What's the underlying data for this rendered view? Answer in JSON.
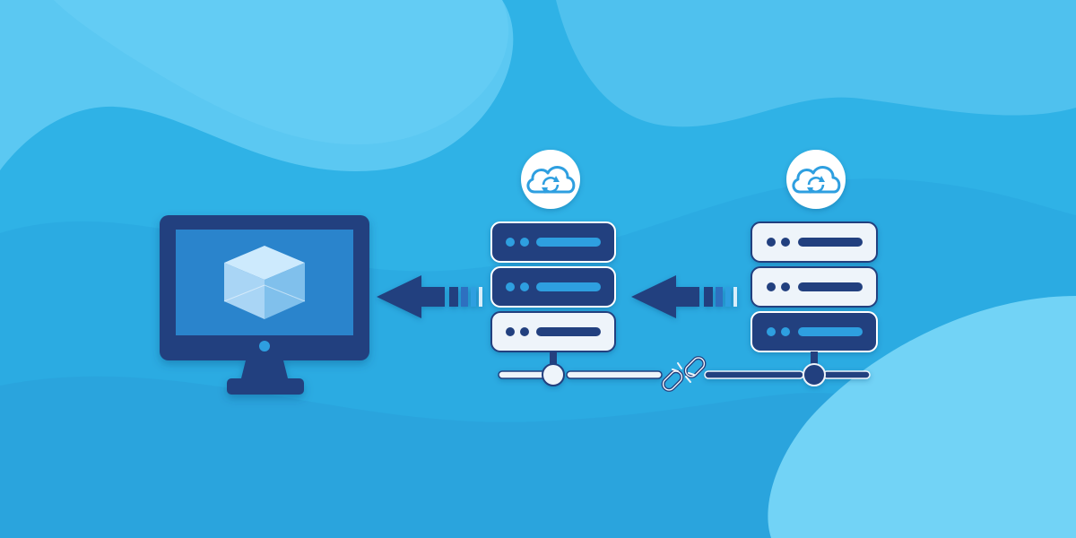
{
  "colors": {
    "background": "#2fb2e6",
    "background_light": "#63cdf4",
    "background_dark": "#2198d3",
    "navy": "#24407f",
    "navy_dark": "#1d3265",
    "screen_blue": "#2b84cc",
    "server_light": "#eef4fa",
    "accent_blue": "#2e9fe0",
    "white": "#ffffff"
  },
  "icons": {
    "monitor": "desktop-monitor-icon",
    "cube": "virtual-machine-cube-icon",
    "server_stack": "server-stack-icon",
    "cloud_sync": "cloud-sync-icon",
    "arrow": "arrow-left-icon",
    "broken_link": "broken-chain-link-icon"
  },
  "server_stacks": [
    {
      "id": "replica",
      "units": [
        "navy",
        "navy",
        "light"
      ],
      "network_node": "light"
    },
    {
      "id": "primary",
      "units": [
        "light",
        "light",
        "navy"
      ],
      "network_node": "navy"
    }
  ]
}
